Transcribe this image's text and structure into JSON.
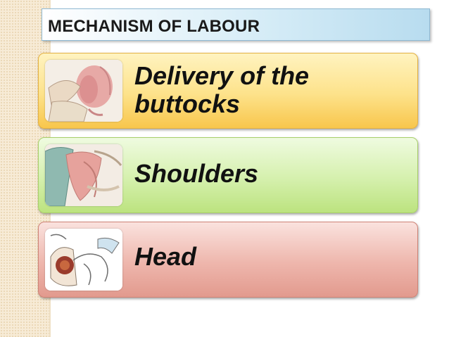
{
  "slide": {
    "title": "MECHANISM OF LABOUR",
    "items": [
      {
        "label": "Delivery of the buttocks",
        "image": "buttocks-delivery-illustration"
      },
      {
        "label": "Shoulders",
        "image": "shoulders-delivery-illustration"
      },
      {
        "label": "Head",
        "image": "head-delivery-illustration"
      }
    ]
  },
  "colors": {
    "card_1": "#fde28a",
    "card_2": "#d5f0ad",
    "card_3": "#eeb6ac",
    "title_bar": "#d7edf7"
  }
}
